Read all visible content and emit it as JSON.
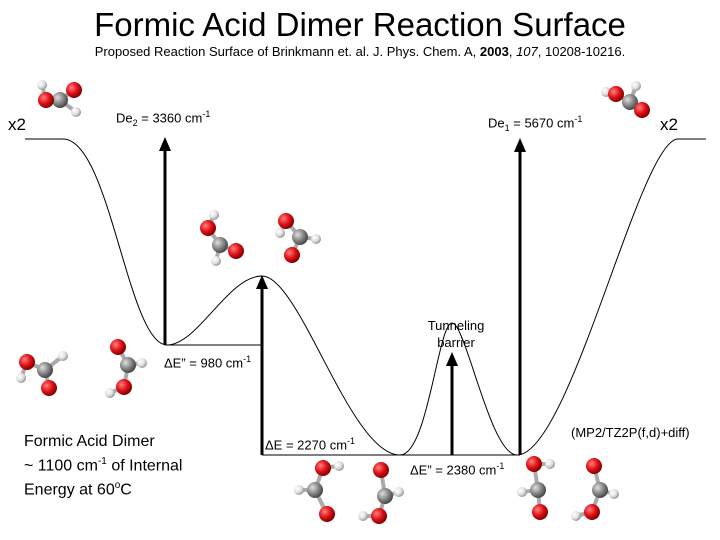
{
  "title": "Formic Acid Dimer Reaction Surface",
  "subtitle": {
    "pre": "Proposed Reaction Surface of Brinkmann et. al. J. Phys. Chem. A, ",
    "year": "2003",
    "sep": ", ",
    "volume": "107",
    "pages": ", 10208-10216."
  },
  "labels": {
    "x2_left": "x2",
    "x2_right": "x2",
    "de2": {
      "pre": "De",
      "sub": "2",
      "mid": " = 3360 cm",
      "sup": "-1"
    },
    "de1": {
      "pre": "De",
      "sub": "1",
      "mid": " = 5670 cm",
      "sup": "-1"
    },
    "de_prime_left": {
      "pre": "ΔE” = 980 cm",
      "sup": "-1"
    },
    "de_center": {
      "pre": "ΔE = 2270 cm",
      "sup": "-1"
    },
    "de_prime_right": {
      "pre": "ΔE” = 2380 cm",
      "sup": "-1"
    },
    "tunneling": [
      "Tunneling",
      "barrier"
    ],
    "method": "(MP2/TZ2P(f,d)+diff)"
  },
  "fad_note": {
    "line1": "Formic Acid Dimer",
    "line2_pre": "~ 1100 cm",
    "line2_sup": "-1",
    "line2_post": " of Internal",
    "line3_pre": "Energy at 60",
    "line3_sup": "o",
    "line3_post": "C"
  },
  "colors": {
    "oxygen": "#e0141a",
    "carbon": "#8a8a8a",
    "hydrogen": "#e6e6e6",
    "line": "#000000"
  }
}
